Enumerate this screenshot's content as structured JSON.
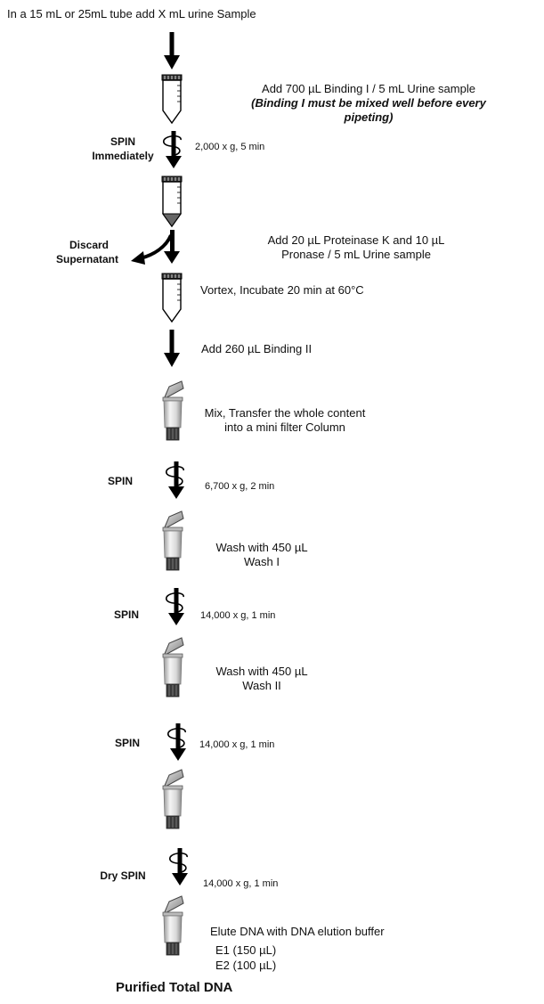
{
  "header": "In a 15 mL or 25mL tube add X mL urine Sample",
  "steps": {
    "binding1_line1": "Add 700 µL Binding I / 5 mL Urine sample",
    "binding1_line2": "(Binding I must be mixed well before every",
    "binding1_line3": "pipeting)",
    "spin1_label_1": "SPIN",
    "spin1_label_2": "Immediately",
    "spin1_cond": "2,000 x g, 5 min",
    "discard_1": "Discard",
    "discard_2": "Supernatant",
    "protk_line1": "Add 20 µL Proteinase K and 10 µL",
    "protk_line2": "Pronase / 5 mL Urine sample",
    "vortex": "Vortex, Incubate 20 min at 60°C",
    "binding2": "Add 260 µL Binding II",
    "transfer_line1": "Mix, Transfer the whole content",
    "transfer_line2": "into a mini filter Column",
    "spin2_label": "SPIN",
    "spin2_cond": "6,700 x g, 2 min",
    "wash1_line1": "Wash with 450 µL",
    "wash1_line2": "Wash I",
    "spin3_label": "SPIN",
    "spin3_cond": "14,000 x g, 1 min",
    "wash2_line1": "Wash with 450 µL",
    "wash2_line2": "Wash II",
    "spin4_label": "SPIN",
    "spin4_cond": "14,000 x g, 1 min",
    "dryspin_label": "Dry SPIN",
    "dryspin_cond": "14,000 x g, 1 min",
    "elute_line1": "Elute DNA with DNA elution buffer",
    "elute_line2": "E1 (150 µL)",
    "elute_line3": "E2 (100 µL)",
    "final": "Purified Total DNA"
  }
}
